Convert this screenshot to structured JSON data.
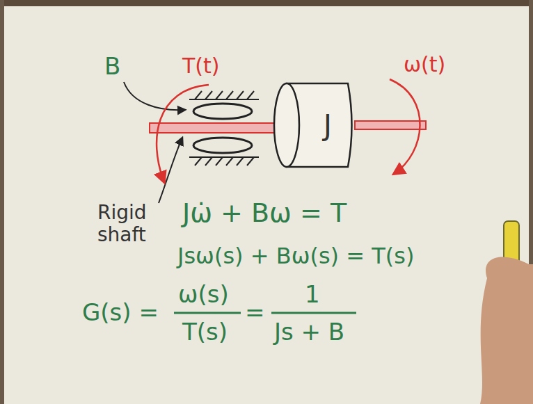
{
  "diagram": {
    "nodes": [
      {
        "text": [
          "J"
        ]
      }
    ],
    "labels": [
      "B",
      "T(t)",
      "ω(t)",
      "Rigid shaft",
      "Jω̇ + Bω = T",
      "Jsω(s) + Bω(s) = T(s)",
      "G(s) =",
      "ω(s)",
      "T(s)",
      "=",
      "1",
      "Js + B"
    ]
  }
}
